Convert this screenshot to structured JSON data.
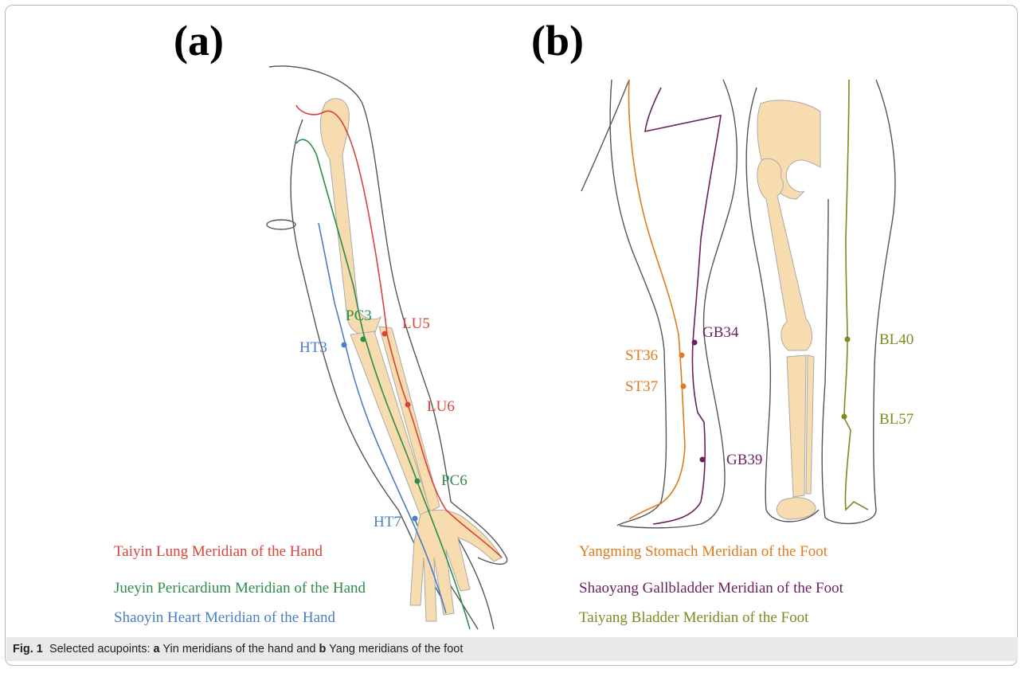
{
  "panels": {
    "a_label": "(a)",
    "b_label": "(b)"
  },
  "colors": {
    "lung": "#d9443a",
    "pericardium": "#2e8b4a",
    "heart": "#4a7fc1",
    "stomach": "#e07a1e",
    "gallbladder": "#6b1f5c",
    "bladder": "#7a8c1e",
    "bone": "#f6dcae",
    "outline": "#555555"
  },
  "acupoints": {
    "pc3": "PC3",
    "lu5": "LU5",
    "ht3": "HT3",
    "lu6": "LU6",
    "pc6": "PC6",
    "ht7": "HT7",
    "st36": "ST36",
    "st37": "ST37",
    "gb34": "GB34",
    "gb39": "GB39",
    "bl40": "BL40",
    "bl57": "BL57"
  },
  "legend_a": {
    "lung": "Taiyin Lung Meridian of the Hand",
    "pericardium": "Jueyin Pericardium Meridian of the Hand",
    "heart": "Shaoyin Heart Meridian of the Hand"
  },
  "legend_b": {
    "stomach": "Yangming Stomach Meridian of the Foot",
    "gallbladder": "Shaoyang Gallbladder Meridian of the Foot",
    "bladder": "Taiyang Bladder Meridian of the Foot"
  },
  "caption": {
    "fig": "Fig. 1",
    "text_pre": "Selected acupoints: ",
    "a": "a",
    "text_mid": " Yin meridians of the hand and ",
    "b": "b",
    "text_post": " Yang meridians of the foot"
  }
}
